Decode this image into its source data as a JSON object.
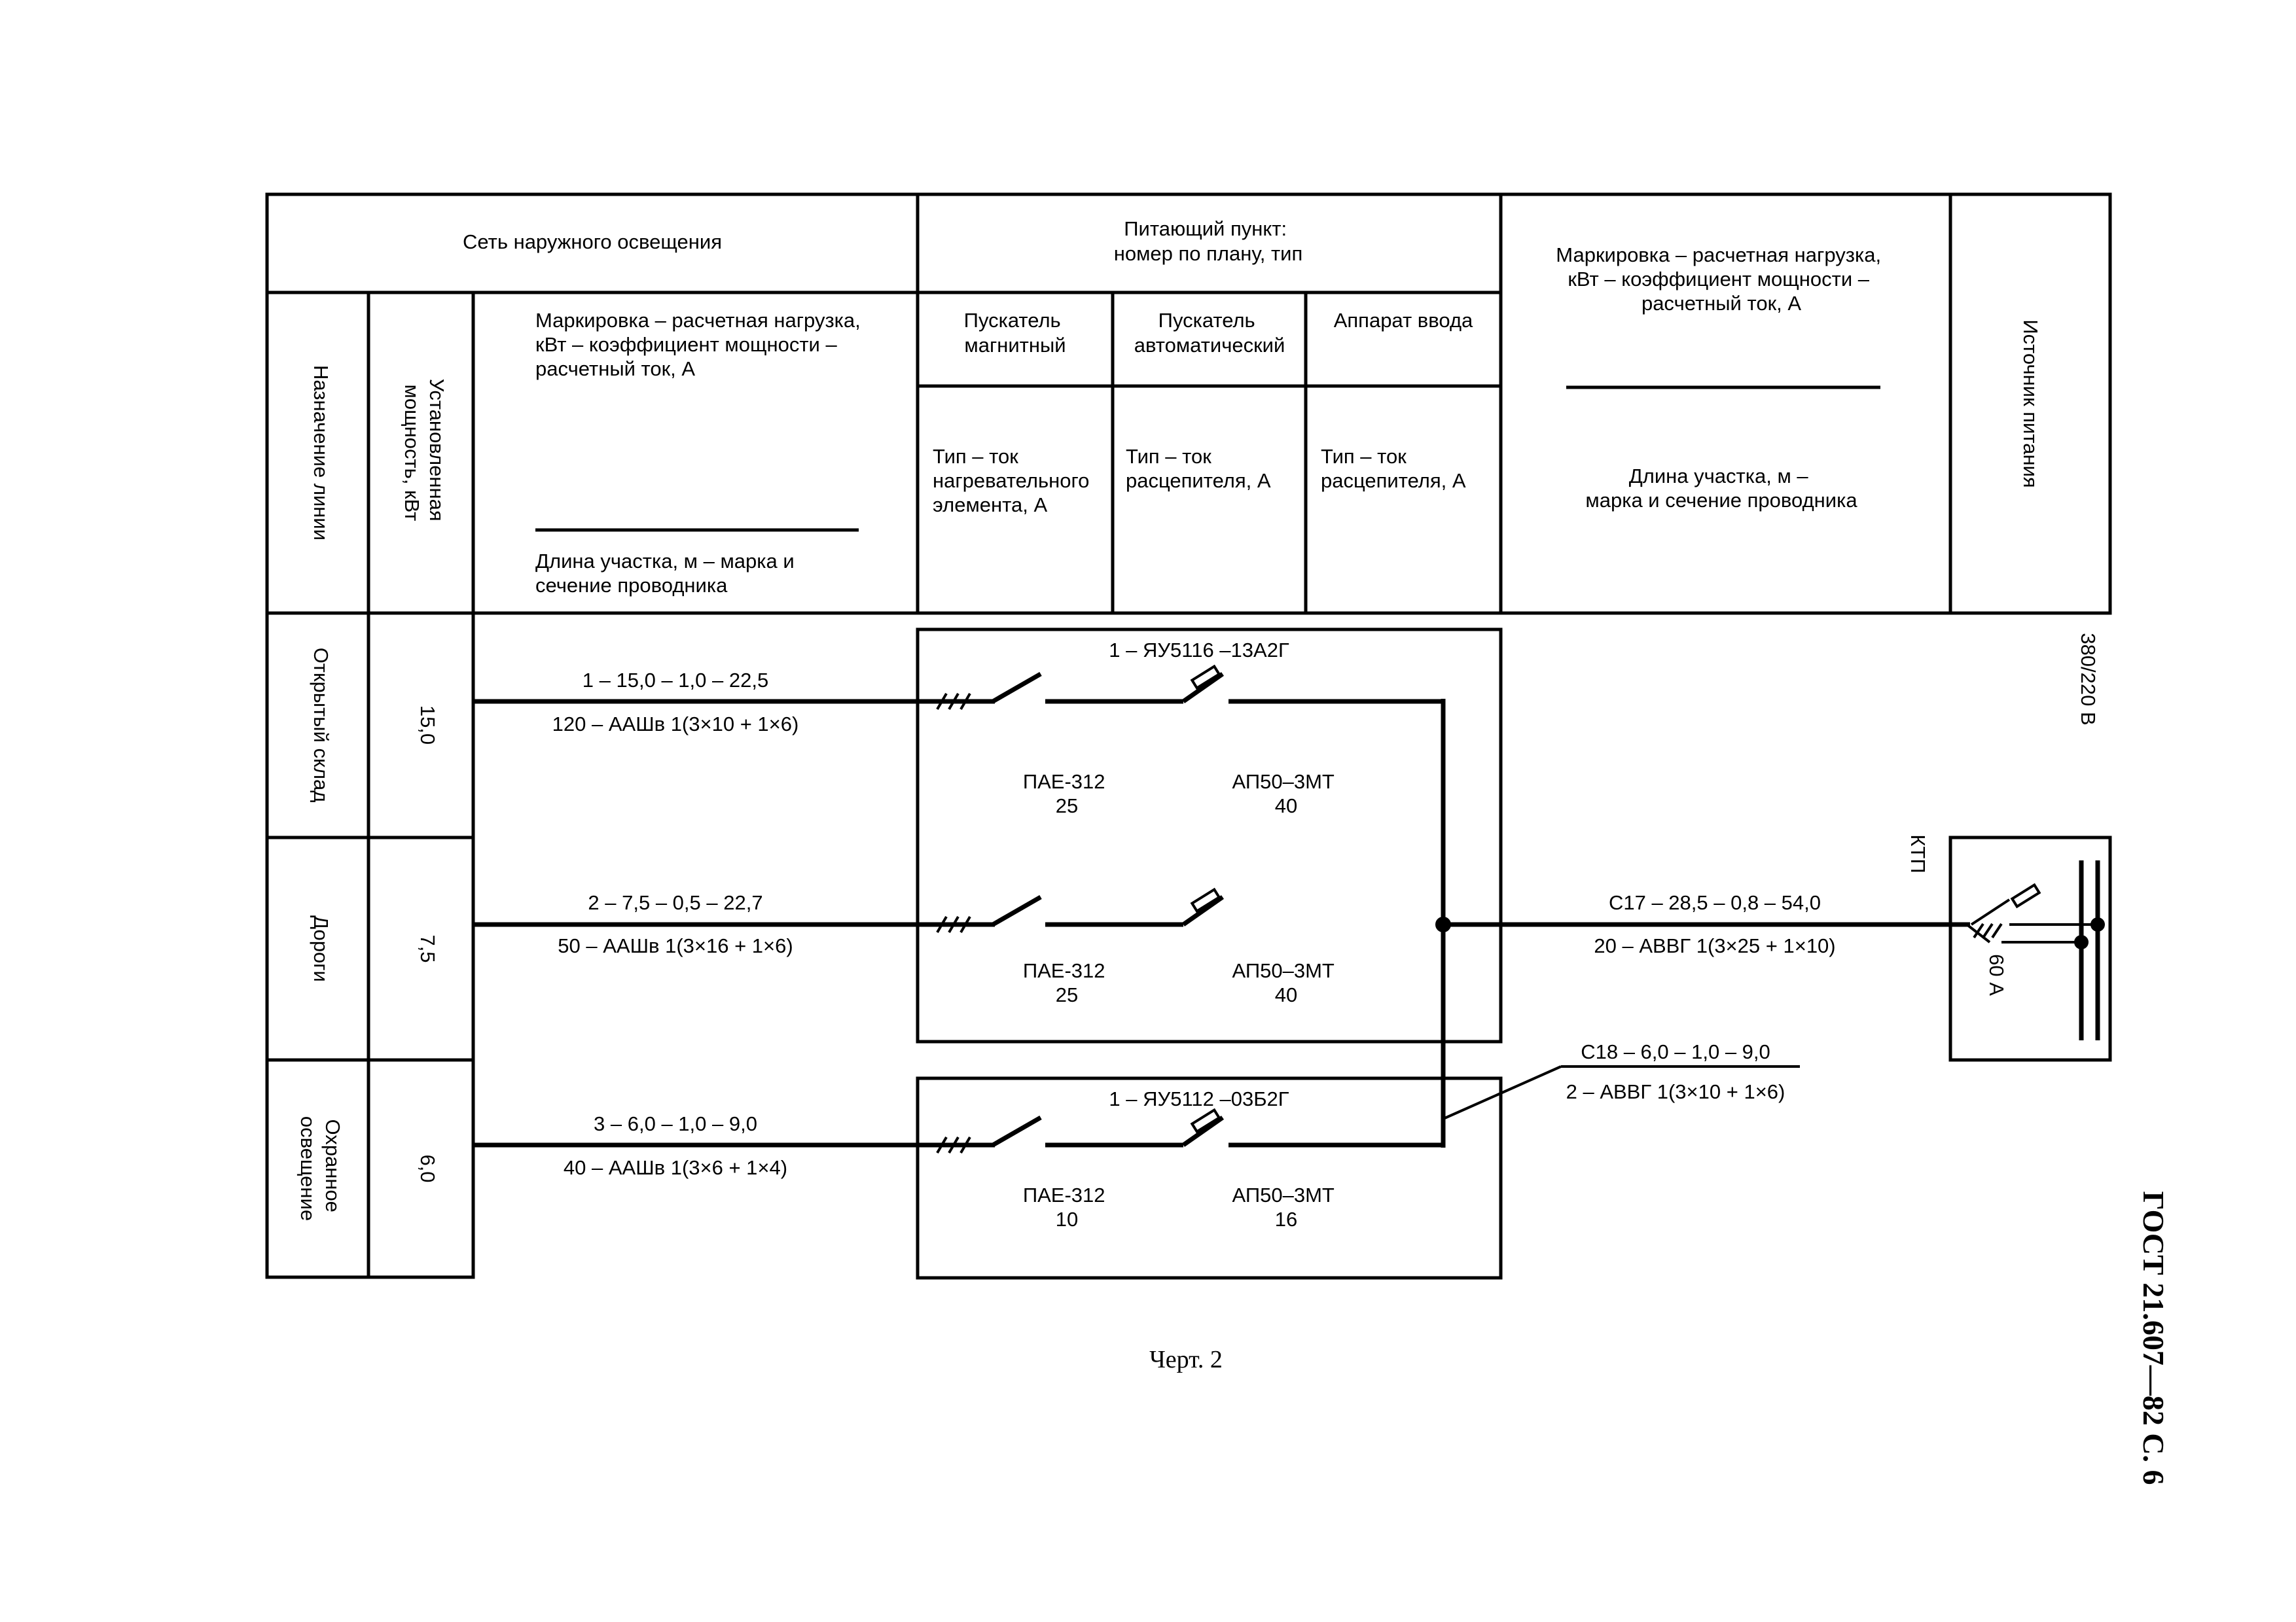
{
  "header": {
    "network": "Сеть наружного освещения",
    "supply_point": [
      "Питающий пункт:",
      "номер по плану, тип"
    ],
    "line_purpose": "Назначение линии",
    "installed_power": [
      "Установленная",
      "мощность, кВт"
    ],
    "marking_top": [
      "Маркировка – расчетная нагрузка,",
      "кВт – коэффициент мощности –",
      "расчетный ток, А"
    ],
    "marking_bottom": [
      "Длина участка, м – марка и",
      "сечение проводника"
    ],
    "starter_magnetic": [
      "Пускатель",
      "магнитный"
    ],
    "starter_automatic": [
      "Пускатель",
      "автоматический"
    ],
    "input_device": "Аппарат ввода",
    "magnetic_sub": [
      "Тип – ток",
      "нагревательного",
      "элемента, А"
    ],
    "automatic_sub": [
      "Тип – ток",
      "расцепителя, А"
    ],
    "input_sub": [
      "Тип – ток",
      "расцепителя, А"
    ],
    "right_marking_top": [
      "Маркировка – расчетная нагрузка,",
      "кВт – коэффициент мощности –",
      "расчетный ток, А"
    ],
    "right_marking_bottom": [
      "Длина участка, м –",
      "марка и сечение проводника"
    ],
    "power_source": "Источник питания"
  },
  "rows": [
    {
      "name": [
        "Открытый склад"
      ],
      "power": "15,0",
      "mark": "1 – 15,0 – 1,0 – 22,5",
      "cable": "120 – ААШв 1(3×10 + 1×6)"
    },
    {
      "name": [
        "Дороги"
      ],
      "power": "7,5",
      "mark": "2 – 7,5 – 0,5 – 22,7",
      "cable": "50 – ААШв 1(3×16 + 1×6)"
    },
    {
      "name": [
        "Охранное",
        "освещение"
      ],
      "power": "6,0",
      "mark": "3 – 6,0 – 1,0 – 9,0",
      "cable": "40 – ААШв 1(3×6 + 1×4)"
    }
  ],
  "cabinets": [
    {
      "title": "1 – ЯУ5116 –13А2Г",
      "devices": [
        {
          "magnetic": [
            "ПАЕ-312",
            "25"
          ],
          "automatic": [
            "АП50–3МТ",
            "40"
          ]
        },
        {
          "magnetic": [
            "ПАЕ-312",
            "25"
          ],
          "automatic": [
            "АП50–3МТ",
            "40"
          ]
        }
      ]
    },
    {
      "title": "1 – ЯУ5112 –03Б2Г",
      "devices": [
        {
          "magnetic": [
            "ПАЕ-312",
            "10"
          ],
          "automatic": [
            "АП50–3МТ",
            "16"
          ]
        }
      ]
    }
  ],
  "feeders": [
    {
      "mark": "С17 – 28,5 – 0,8 – 54,0",
      "cable": "20 – АВВГ 1(3×25 + 1×10)"
    },
    {
      "mark": "С18 – 6,0 – 1,0 – 9,0",
      "cable": "2 – АВВГ 1(3×10 + 1×6)"
    }
  ],
  "source": {
    "voltage": "380/220 В",
    "name": "КТП",
    "breaker_current": "60 А"
  },
  "caption": "Черт. 2",
  "page_header": "ГОСТ 21.607—82 С. 6"
}
